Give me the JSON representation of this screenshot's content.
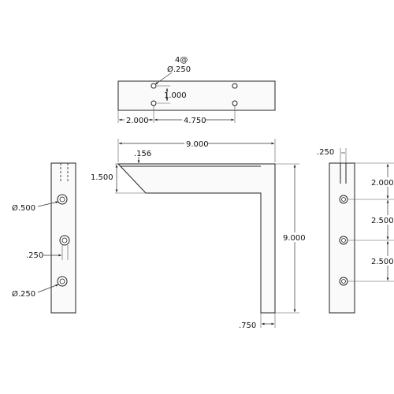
{
  "top_view": {
    "hole_callout_count": "4@",
    "hole_callout_dia": "Ø.250",
    "hole_spacing_vertical": "1.000",
    "edge_offset": "2.000",
    "hole_spacing_horizontal": "4.750"
  },
  "front_view": {
    "overall_width": "9.000",
    "top_thickness": ".156",
    "arm_height": "1.500",
    "overall_height": "9.000",
    "leg_thickness": ".750"
  },
  "left_view": {
    "large_hole_dia": "Ø.500",
    "offset": ".250",
    "small_hole_dia": "Ø.250"
  },
  "right_view": {
    "top_offset": ".250",
    "first_hole_from_top": "2.000",
    "hole_spacing_1": "2.500",
    "hole_spacing_2": "2.500"
  }
}
